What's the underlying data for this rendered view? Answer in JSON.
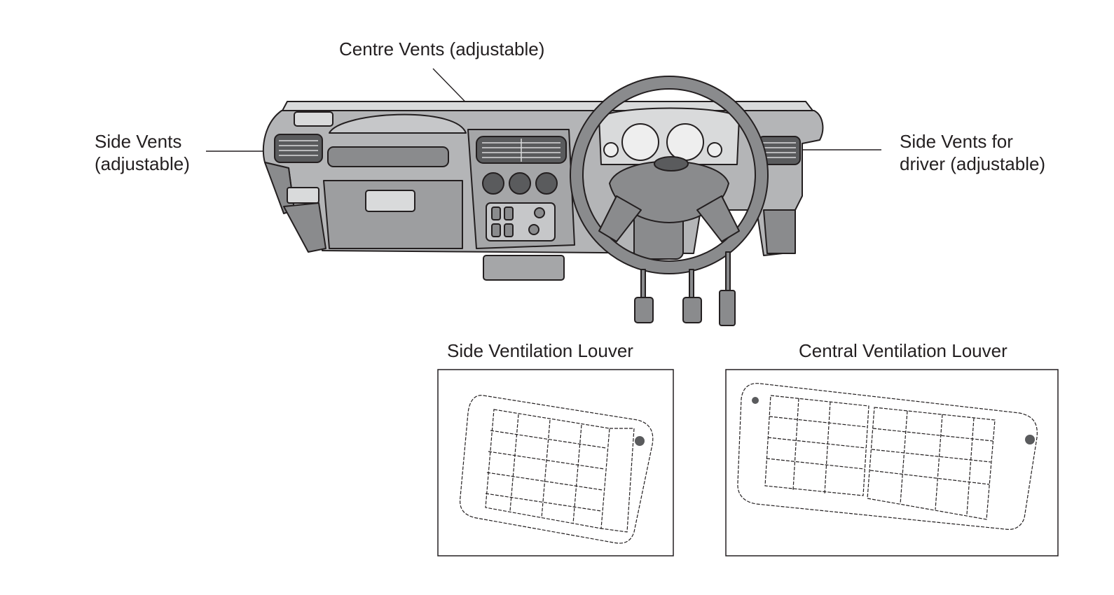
{
  "labels": {
    "centre_vents": "Centre Vents (adjustable)",
    "side_vents_line1": "Side Vents",
    "side_vents_line2": "(adjustable)",
    "side_vents_driver_line1": "Side Vents for",
    "side_vents_driver_line2": "driver (adjustable)",
    "side_louver_title": "Side Ventilation Louver",
    "central_louver_title": "Central Ventilation Louver"
  },
  "colors": {
    "dash_body": "#b4b5b7",
    "dash_dark": "#8a8b8d",
    "dash_light": "#d9dadb",
    "outline": "#231f20"
  }
}
